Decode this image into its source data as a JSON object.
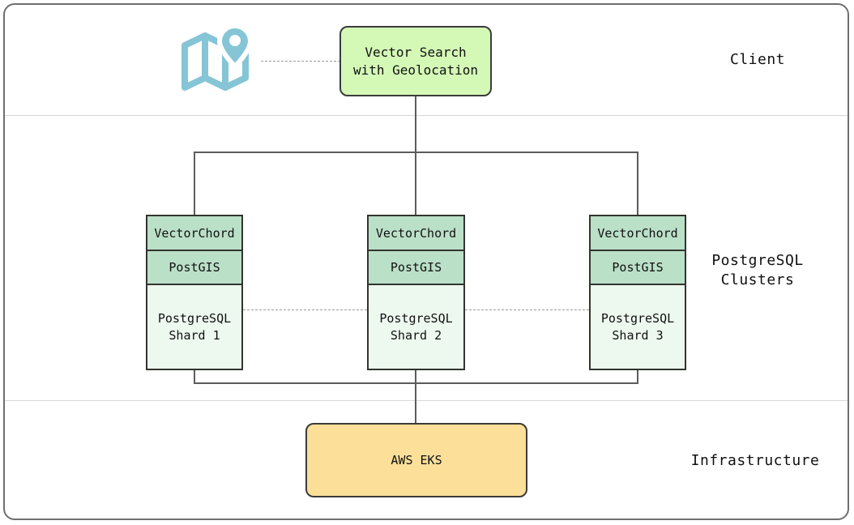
{
  "diagram": {
    "lanes": [
      {
        "id": "client",
        "label": "Client"
      },
      {
        "id": "postgresql-clusters",
        "label": "PostgreSQL\nClusters"
      },
      {
        "id": "infrastructure",
        "label": "Infrastructure"
      }
    ],
    "client": {
      "icon_name": "map-location-pin-icon",
      "icon_color": "#85c5d6",
      "node": {
        "label": "Vector Search\nwith Geolocation",
        "fill": "#d4f8b6",
        "stroke": "#3b3b3b",
        "shape": "rounded-rectangle"
      }
    },
    "shards": [
      {
        "id": "shard-1",
        "extensions": [
          {
            "label": "VectorChord",
            "fill": "#bbe0c8"
          },
          {
            "label": "PostGIS",
            "fill": "#bbe0c8"
          }
        ],
        "database": {
          "label": "PostgreSQL\nShard 1",
          "fill": "#edf8ef"
        }
      },
      {
        "id": "shard-2",
        "extensions": [
          {
            "label": "VectorChord",
            "fill": "#bbe0c8"
          },
          {
            "label": "PostGIS",
            "fill": "#bbe0c8"
          }
        ],
        "database": {
          "label": "PostgreSQL\nShard 2",
          "fill": "#edf8ef"
        }
      },
      {
        "id": "shard-3",
        "extensions": [
          {
            "label": "VectorChord",
            "fill": "#bbe0c8"
          },
          {
            "label": "PostGIS",
            "fill": "#bbe0c8"
          }
        ],
        "database": {
          "label": "PostgreSQL\nShard 3",
          "fill": "#edf8ef"
        }
      }
    ],
    "infrastructure": {
      "node": {
        "label": "AWS EKS",
        "fill": "#fce09a",
        "stroke": "#3b3b3b",
        "shape": "rounded-rectangle"
      }
    },
    "colors": {
      "frame_border": "#6f6f6f",
      "lane_divider": "#d8d8dd",
      "connector": "#5c5c5c",
      "dashed_connector": "#9a9a9a",
      "box_border": "#33342f",
      "text": "#111111"
    }
  }
}
